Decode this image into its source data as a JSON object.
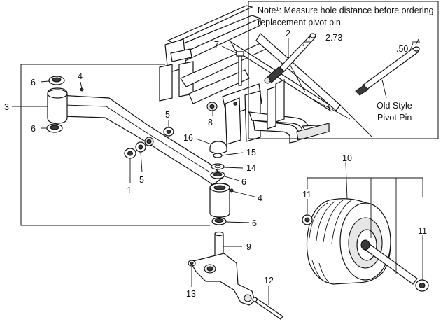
{
  "note": {
    "line1": "Note¹:  Measure hole distance before ordering",
    "line2": "replacement pivot pin."
  },
  "inset": {
    "dimension_new": "2.73",
    "dimension_old": ".50",
    "old_style_line1": "Old Style",
    "old_style_line2": "Pivot Pin"
  },
  "callouts": {
    "c1": "1",
    "c2": "2",
    "c3": "3",
    "c4a": "4",
    "c4b": "4",
    "c5a": "5",
    "c5b": "5",
    "c6a": "6",
    "c6b": "6",
    "c6c": "6",
    "c6d": "6",
    "c7": "7",
    "c8": "8",
    "c9": "9",
    "c10": "10",
    "c11a": "11",
    "c11b": "11",
    "c12": "12",
    "c13": "13",
    "c14": "14",
    "c15": "15",
    "c16": "16"
  }
}
